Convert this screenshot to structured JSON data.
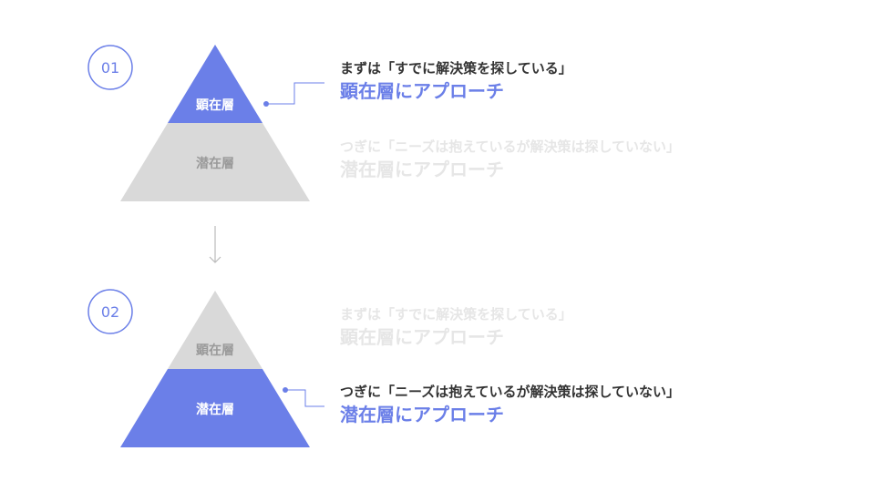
{
  "colors": {
    "accent": "#6b7fe8",
    "inactive": "#d9d9d9",
    "faded_text": "#e6e6e6",
    "dark_text": "#333333"
  },
  "arrow_icon": "down-arrow-icon",
  "steps": [
    {
      "badge": "01",
      "tiers": {
        "top": {
          "label": "顕在層",
          "highlighted": true
        },
        "bottom": {
          "label": "潜在層",
          "highlighted": false
        }
      },
      "captions": [
        {
          "sub": "まずは「すでに解決策を探している」",
          "main": "顕在層にアプローチ",
          "active": true
        },
        {
          "sub": "つぎに「ニーズは抱えているが解決策は探していない」",
          "main": "潜在層にアプローチ",
          "active": false
        }
      ]
    },
    {
      "badge": "02",
      "tiers": {
        "top": {
          "label": "顕在層",
          "highlighted": false
        },
        "bottom": {
          "label": "潜在層",
          "highlighted": true
        }
      },
      "captions": [
        {
          "sub": "まずは「すでに解決策を探している」",
          "main": "顕在層にアプローチ",
          "active": false
        },
        {
          "sub": "つぎに「ニーズは抱えているが解決策は探していない」",
          "main": "潜在層にアプローチ",
          "active": true
        }
      ]
    }
  ]
}
